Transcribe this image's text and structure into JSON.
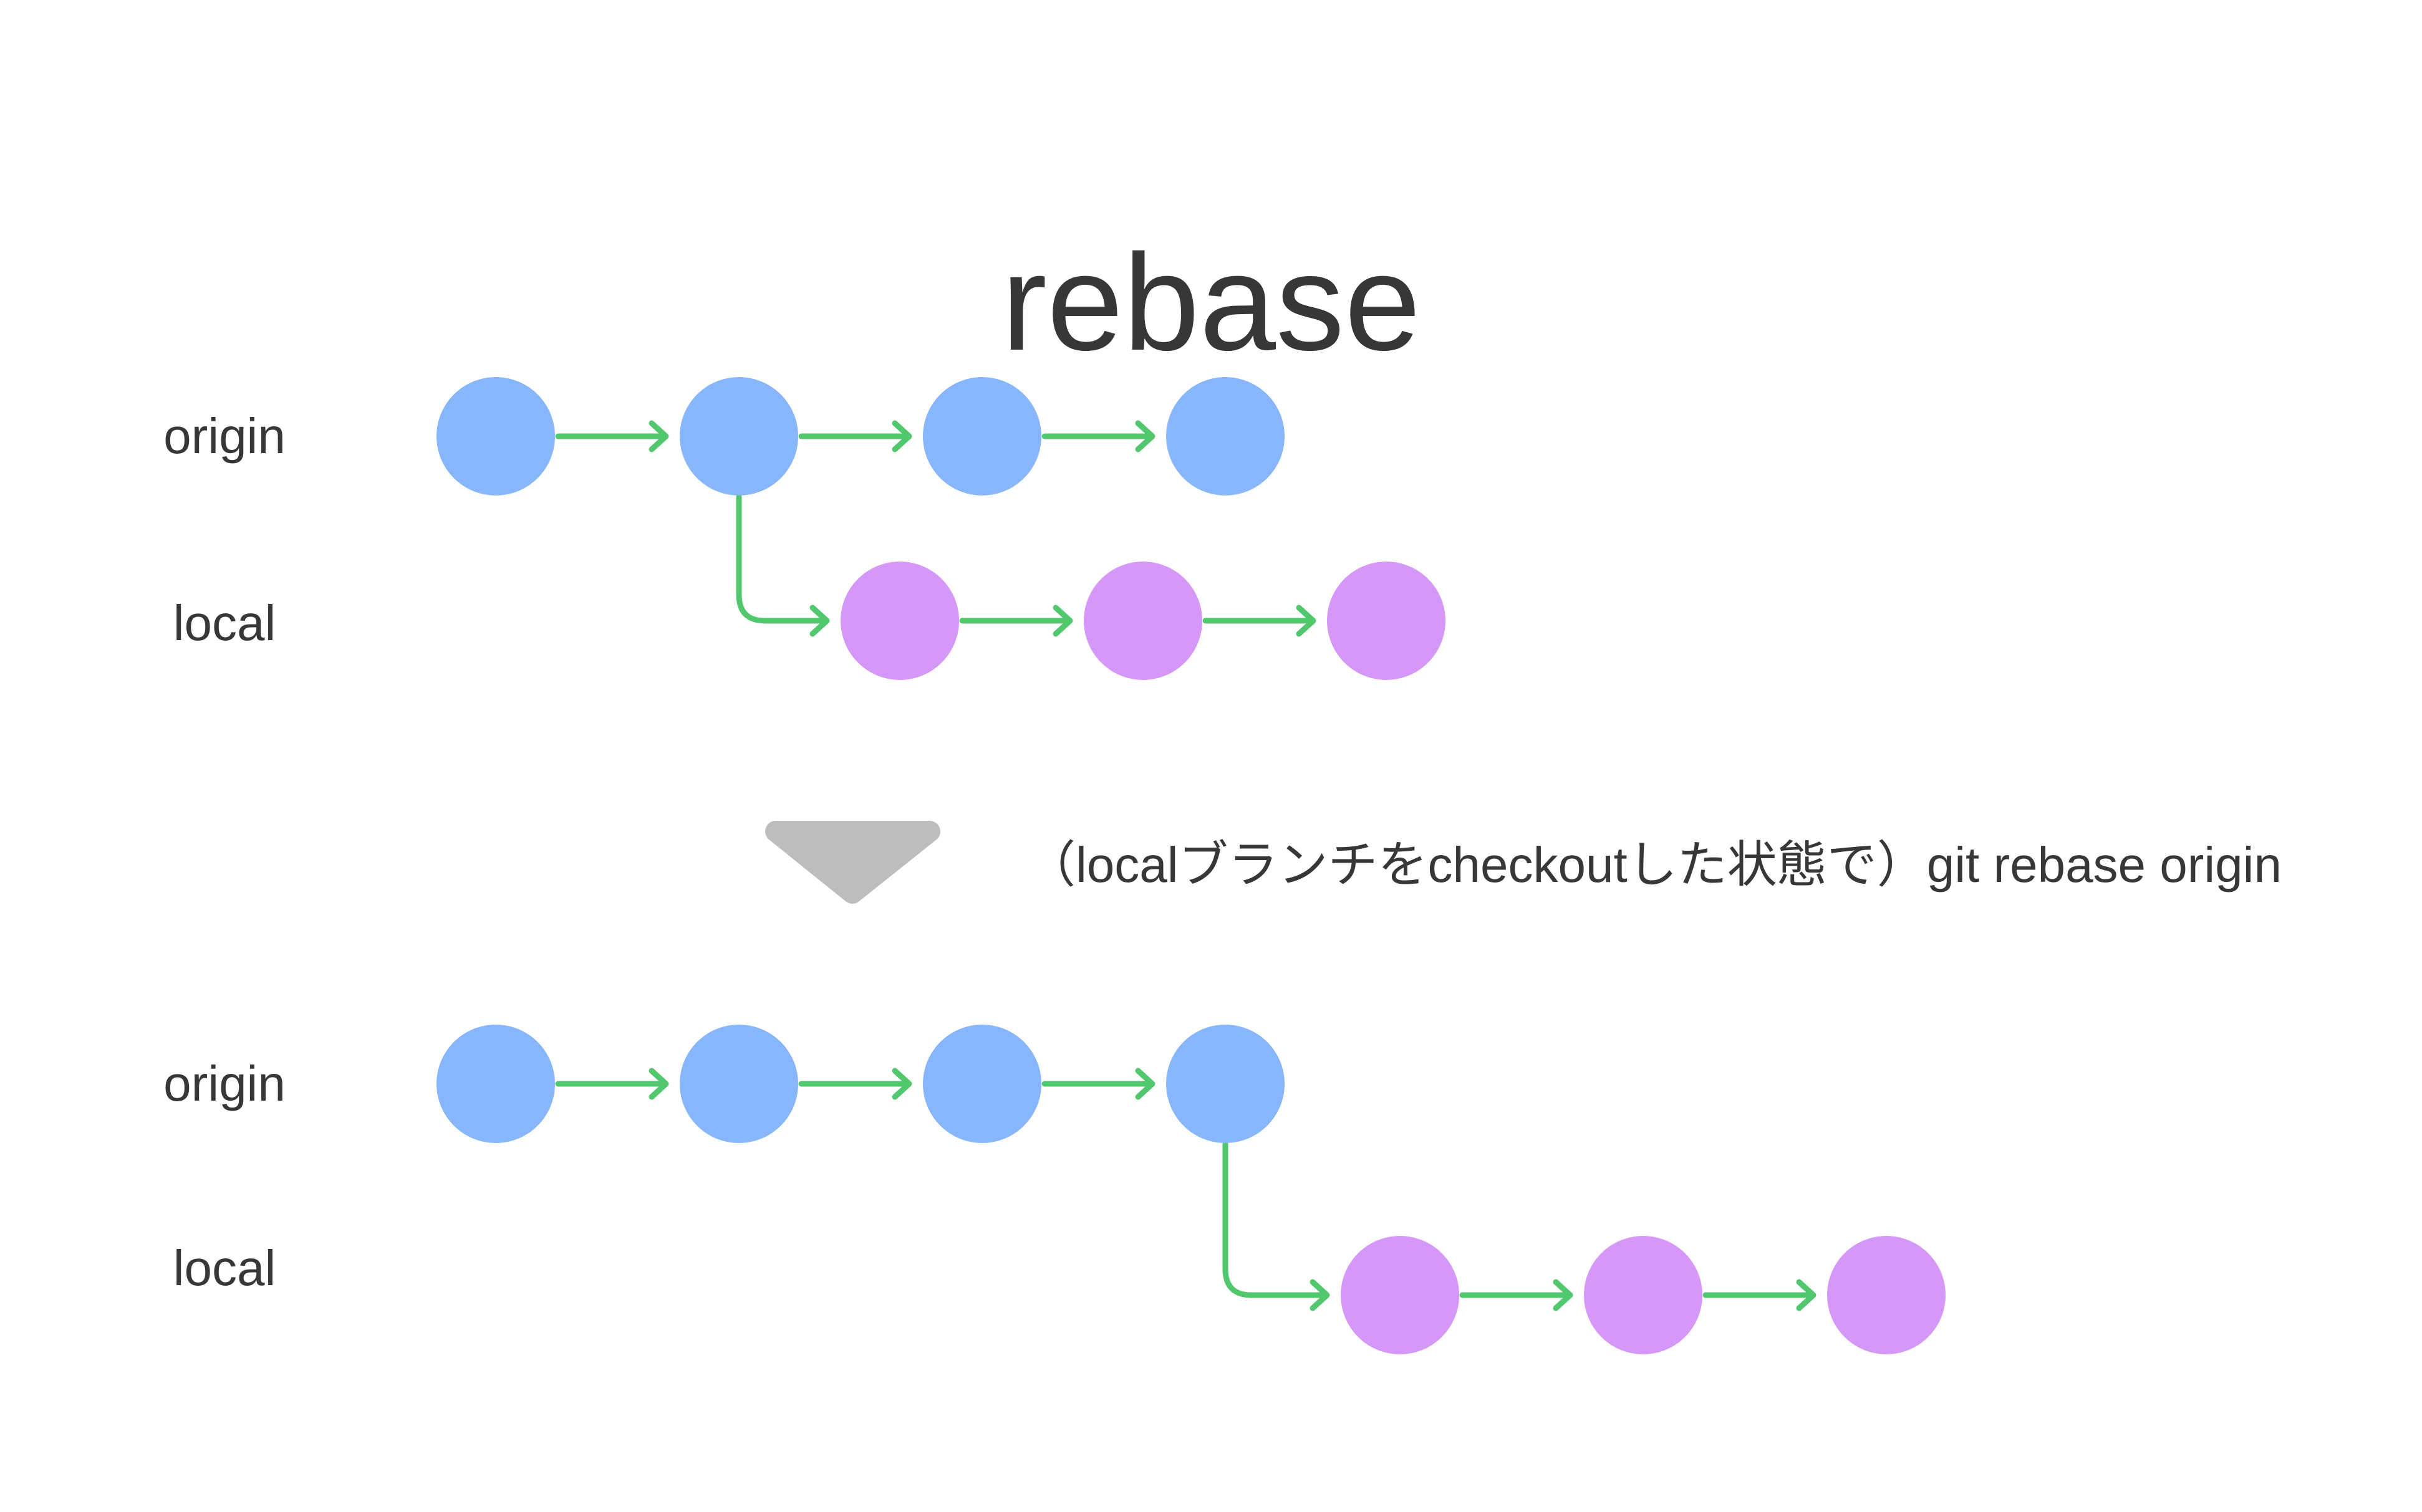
{
  "title": "rebase",
  "colors": {
    "origin_node": "#87b6fc",
    "local_node": "#d698f8",
    "arrow": "#52c86e",
    "transition_triangle": "#bdbdbd",
    "text": "#373737",
    "background": "#ffffff"
  },
  "diagrams": [
    {
      "id": "before-rebase",
      "rows": [
        {
          "label": "origin",
          "commit_count": 4,
          "node_color_key": "origin_node"
        },
        {
          "label": "local",
          "commit_count": 3,
          "node_color_key": "local_node"
        }
      ],
      "fork_from_commit": 2
    },
    {
      "id": "after-rebase",
      "rows": [
        {
          "label": "origin",
          "commit_count": 4,
          "node_color_key": "origin_node"
        },
        {
          "label": "local",
          "commit_count": 3,
          "node_color_key": "local_node"
        }
      ],
      "fork_from_commit": 4
    }
  ],
  "transition": {
    "icon": "down-triangle-icon",
    "caption": "（localブランチをcheckoutした状態で）git rebase origin"
  }
}
